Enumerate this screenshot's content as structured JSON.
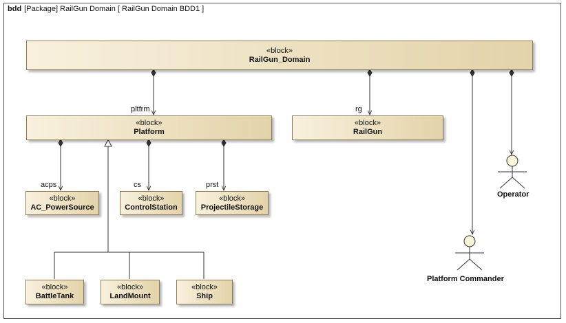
{
  "frame": {
    "kind": "bdd",
    "title": "[Package] RailGun Domain [ RailGun Domain BDD1 ]"
  },
  "stereotype": "«block»",
  "blocks": {
    "domain": "RailGun_Domain",
    "platform": "Platform",
    "railgun": "RailGun",
    "ac_power": "AC_PowerSource",
    "control": "ControlStation",
    "storage": "ProjectileStorage",
    "battletank": "BattleTank",
    "landmount": "LandMount",
    "ship": "Ship"
  },
  "roles": {
    "platform": "pltfrm",
    "railgun": "rg",
    "ac_power": "acps",
    "control": "cs",
    "storage": "prst"
  },
  "actors": {
    "operator": "Operator",
    "commander": "Platform Commander"
  },
  "colors": {
    "block_fill_light": "#f9f1de",
    "block_fill_dark": "#e3d3a9",
    "block_border": "#8a7a55",
    "actor_head": "#fbf6d9",
    "line": "#333333"
  }
}
